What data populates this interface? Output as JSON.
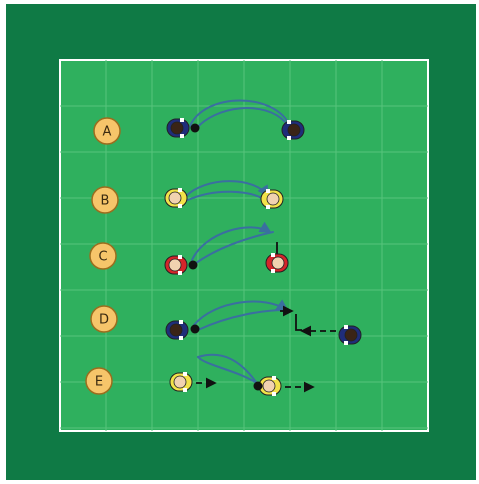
{
  "colors": {
    "outer_field": "#0f7a45",
    "pitch": "#2fb05e",
    "pitch_border": "#ffffff",
    "grid": "#57c47c",
    "badge_fill": "#f6c56a",
    "badge_stroke": "#9b6d1e",
    "arc": "#3a6fa0",
    "movement": "#111111",
    "ball": "#111111"
  },
  "rows": [
    {
      "label": "A",
      "kit": "navy"
    },
    {
      "label": "B",
      "kit": "yellow"
    },
    {
      "label": "C",
      "kit": "red"
    },
    {
      "label": "D",
      "kit": "navy"
    },
    {
      "label": "E",
      "kit": "yellow"
    }
  ],
  "kits": {
    "navy": {
      "body": "#1f2d7a",
      "head": "#3a2416",
      "accent": "#ffffff"
    },
    "yellow": {
      "body": "#f2e24a",
      "head": "#f1d2b0",
      "accent": "#ffffff"
    },
    "red": {
      "body": "#d4252a",
      "head": "#f1d2b0",
      "accent": "#ffffff"
    }
  },
  "icons": [
    "player-icon",
    "ball-icon",
    "pass-arc",
    "run-arrow"
  ]
}
